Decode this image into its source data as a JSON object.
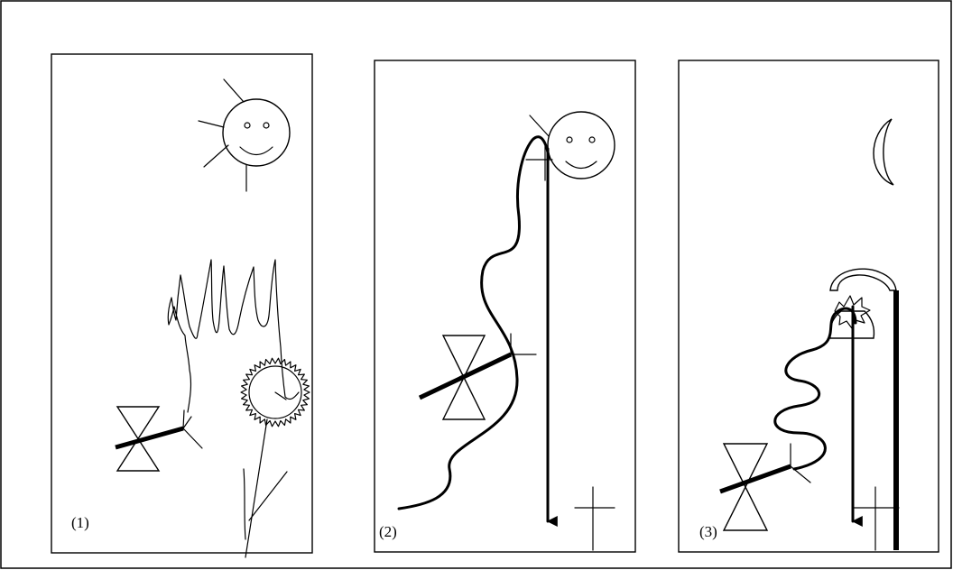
{
  "panels": [
    {
      "label": "(1)"
    },
    {
      "label": "(2)"
    },
    {
      "label": "(3)"
    }
  ],
  "colors": {
    "ink": "#000000",
    "paper": "#ffffff"
  }
}
